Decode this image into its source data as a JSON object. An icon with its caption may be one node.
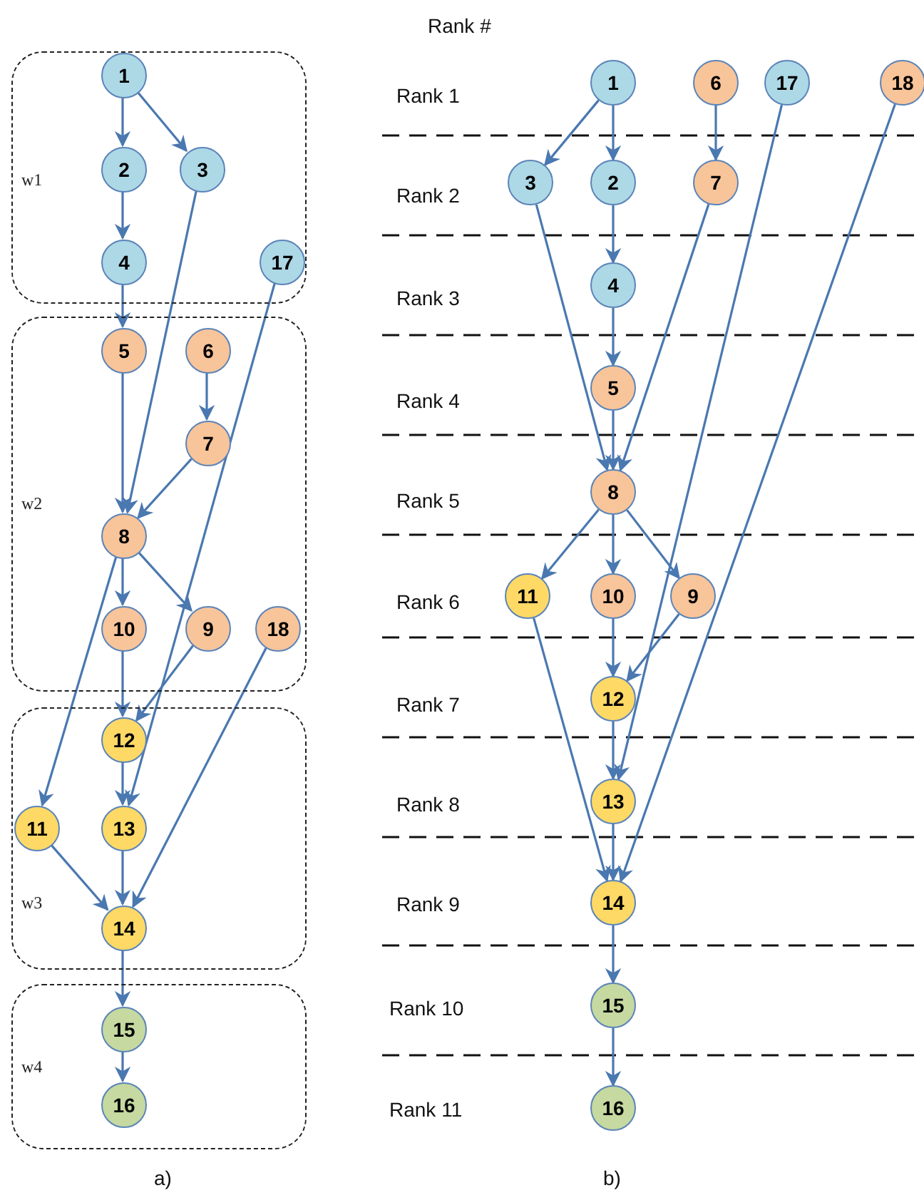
{
  "diagram": {
    "nodes": [
      {
        "text": [
          "w1"
        ]
      },
      {
        "text": [
          "1"
        ],
        "in": 0
      },
      {
        "text": [
          "2"
        ],
        "in": 0
      },
      {
        "text": [
          "3"
        ],
        "in": 0
      },
      {
        "text": [
          "4"
        ],
        "in": 0
      },
      {
        "text": [
          "17"
        ],
        "in": 0
      },
      {
        "text": [
          "w2"
        ]
      },
      {
        "text": [
          "5"
        ],
        "in": 6
      },
      {
        "text": [
          "6"
        ],
        "in": 6
      },
      {
        "text": [
          "7"
        ],
        "in": 6
      },
      {
        "text": [
          "8"
        ],
        "in": 6
      },
      {
        "text": [
          "10"
        ],
        "in": 6
      },
      {
        "text": [
          "9"
        ],
        "in": 6
      },
      {
        "text": [
          "18"
        ],
        "in": 6
      },
      {
        "text": [
          "w3"
        ]
      },
      {
        "text": [
          "12"
        ],
        "in": 14
      },
      {
        "text": [
          "11"
        ],
        "in": 14
      },
      {
        "text": [
          "13"
        ],
        "in": 14
      },
      {
        "text": [
          "14"
        ],
        "in": 14
      },
      {
        "text": [
          "w4"
        ]
      },
      {
        "text": [
          "15"
        ],
        "in": 19
      },
      {
        "text": [
          "16"
        ],
        "in": 19
      },
      {
        "text": [
          "1"
        ]
      },
      {
        "text": [
          "6"
        ]
      },
      {
        "text": [
          "17"
        ]
      },
      {
        "text": [
          "18"
        ]
      },
      {
        "text": [
          "3"
        ]
      },
      {
        "text": [
          "2"
        ]
      },
      {
        "text": [
          "7"
        ]
      },
      {
        "text": [
          "4"
        ]
      },
      {
        "text": [
          "5"
        ]
      },
      {
        "text": [
          "8"
        ]
      },
      {
        "text": [
          "11"
        ]
      },
      {
        "text": [
          "10"
        ]
      },
      {
        "text": [
          "9"
        ]
      },
      {
        "text": [
          "12"
        ]
      },
      {
        "text": [
          "13"
        ]
      },
      {
        "text": [
          "14"
        ]
      },
      {
        "text": [
          "15"
        ]
      },
      {
        "text": [
          "16"
        ]
      }
    ],
    "edges": [
      {
        "from": 1,
        "to": 2,
        "arrow": "to"
      },
      {
        "from": 1,
        "to": 3,
        "arrow": "to"
      },
      {
        "from": 2,
        "to": 4,
        "arrow": "to"
      },
      {
        "from": 4,
        "to": 7,
        "arrow": "to"
      },
      {
        "from": 3,
        "to": 10,
        "arrow": "to"
      },
      {
        "from": 7,
        "to": 10,
        "arrow": "to"
      },
      {
        "from": 8,
        "to": 9,
        "arrow": "to"
      },
      {
        "from": 9,
        "to": 10,
        "arrow": "to"
      },
      {
        "from": 10,
        "to": 11,
        "arrow": "to"
      },
      {
        "from": 10,
        "to": 12,
        "arrow": "to"
      },
      {
        "from": 10,
        "to": 16,
        "arrow": "to"
      },
      {
        "from": 11,
        "to": 15,
        "arrow": "to"
      },
      {
        "from": 12,
        "to": 15,
        "arrow": "to"
      },
      {
        "from": 15,
        "to": 17,
        "arrow": "to"
      },
      {
        "from": 5,
        "to": 17,
        "arrow": "to"
      },
      {
        "from": 16,
        "to": 18,
        "arrow": "to"
      },
      {
        "from": 17,
        "to": 18,
        "arrow": "to"
      },
      {
        "from": 13,
        "to": 18,
        "arrow": "to"
      },
      {
        "from": 18,
        "to": 20,
        "arrow": "to"
      },
      {
        "from": 20,
        "to": 21,
        "arrow": "to"
      },
      {
        "from": 22,
        "to": 26,
        "arrow": "to"
      },
      {
        "from": 22,
        "to": 27,
        "arrow": "to"
      },
      {
        "from": 23,
        "to": 28,
        "arrow": "to"
      },
      {
        "from": 27,
        "to": 29,
        "arrow": "to"
      },
      {
        "from": 29,
        "to": 30,
        "arrow": "to"
      },
      {
        "from": 26,
        "to": 31,
        "arrow": "to"
      },
      {
        "from": 30,
        "to": 31,
        "arrow": "to"
      },
      {
        "from": 28,
        "to": 31,
        "arrow": "to"
      },
      {
        "from": 31,
        "to": 32,
        "arrow": "to"
      },
      {
        "from": 31,
        "to": 33,
        "arrow": "to"
      },
      {
        "from": 31,
        "to": 34,
        "arrow": "to"
      },
      {
        "from": 33,
        "to": 35,
        "arrow": "to"
      },
      {
        "from": 34,
        "to": 35,
        "arrow": "to"
      },
      {
        "from": 24,
        "to": 36,
        "arrow": "to"
      },
      {
        "from": 35,
        "to": 36,
        "arrow": "to"
      },
      {
        "from": 32,
        "to": 37,
        "arrow": "to"
      },
      {
        "from": 36,
        "to": 37,
        "arrow": "to"
      },
      {
        "from": 25,
        "to": 37,
        "arrow": "to"
      },
      {
        "from": 37,
        "to": 38,
        "arrow": "to"
      },
      {
        "from": 38,
        "to": 39,
        "arrow": "to"
      }
    ],
    "labels": [
      "Rank #",
      "Rank 1",
      "Rank 2",
      "Rank 3",
      "Rank 4",
      "Rank 5",
      "Rank 6",
      "Rank 7",
      "Rank 8",
      "Rank 9",
      "Rank 10",
      "Rank 11",
      "a)",
      "b)"
    ]
  }
}
